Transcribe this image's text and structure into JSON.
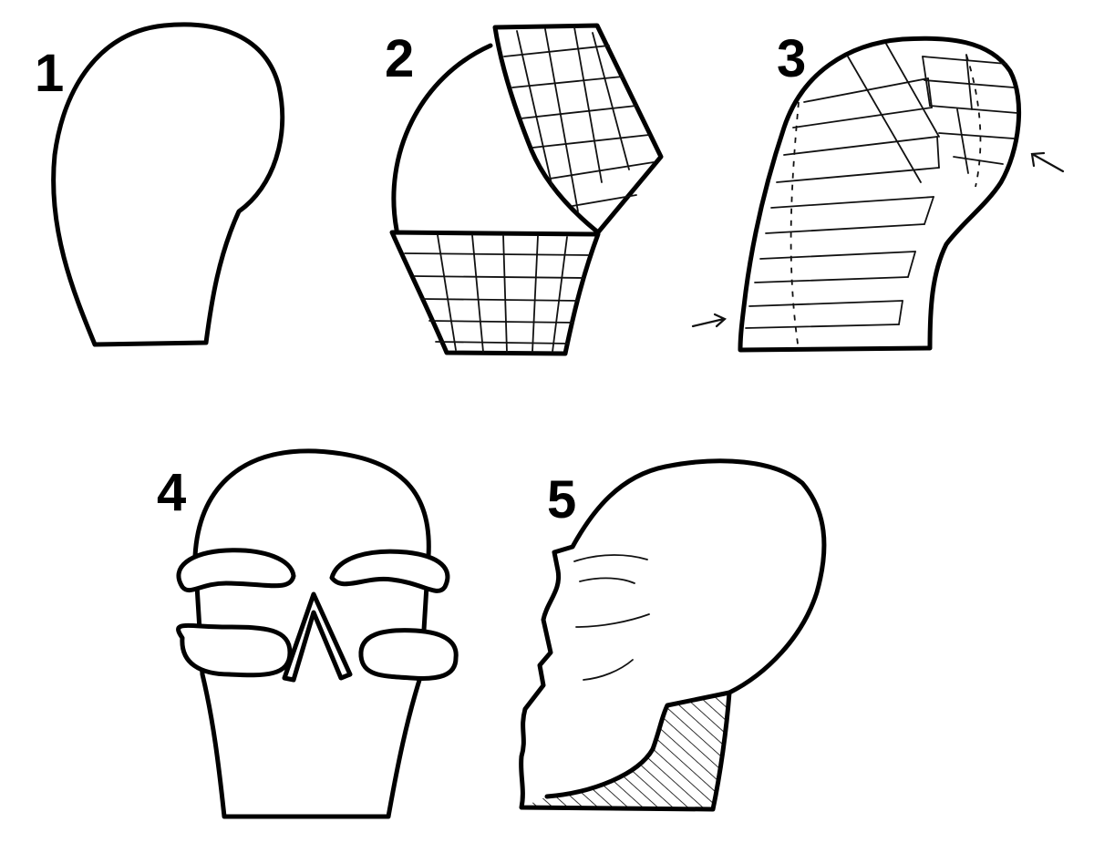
{
  "steps": [
    {
      "label": "1"
    },
    {
      "label": "2"
    },
    {
      "label": "3"
    },
    {
      "label": "4"
    },
    {
      "label": "5"
    }
  ],
  "colors": {
    "ink": "#000000",
    "paper": "#ffffff"
  }
}
